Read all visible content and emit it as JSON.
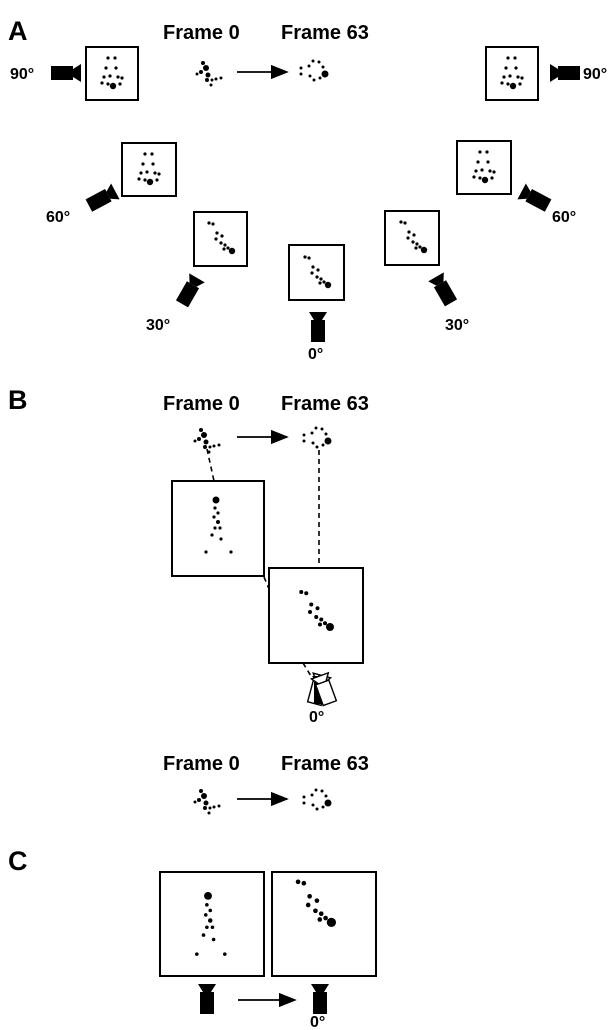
{
  "panels": {
    "A": {
      "letter": "A",
      "frame_start": "Frame 0",
      "frame_end": "Frame 63",
      "angles": {
        "left90": "90°",
        "right90": "90°",
        "left60": "60°",
        "right60": "60°",
        "left30": "30°",
        "right30": "30°",
        "center0": "0°"
      }
    },
    "B": {
      "letter": "B",
      "frame_start": "Frame 0",
      "frame_end": "Frame 63",
      "angle": "0°"
    },
    "C": {
      "letter": "C",
      "frame_start": "Frame 0",
      "frame_end": "Frame 63",
      "angle": "0°"
    }
  }
}
